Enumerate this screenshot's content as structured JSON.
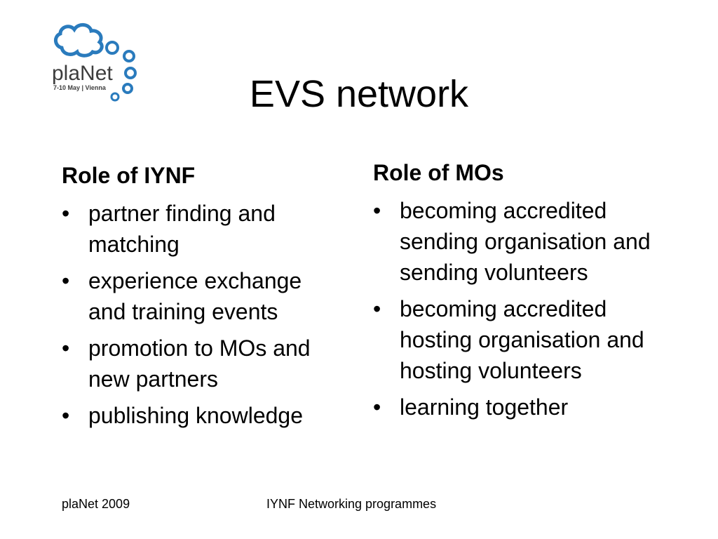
{
  "slide": {
    "title": "EVS network"
  },
  "logo": {
    "name": "plaNet",
    "subtitle": "7-10 May | Vienna",
    "color": "#2a7bbd"
  },
  "left_column": {
    "heading": "Role of IYNF",
    "bullets": [
      {
        "marker": "•",
        "text": "partner finding and matching"
      },
      {
        "marker": "•",
        "text": "experience exchange and training events"
      },
      {
        "marker": "•",
        "text": "promotion to MOs and new partners"
      },
      {
        "marker": "•",
        "text": "publishing knowledge"
      }
    ]
  },
  "right_column": {
    "heading": "Role of MOs",
    "bullets": [
      {
        "marker": "•",
        "text": "becoming accredited sending organisation and sending volunteers"
      },
      {
        "marker": "•",
        "text": "becoming accredited hosting organisation and hosting volunteers"
      },
      {
        "marker": "•",
        "text": "learning together"
      }
    ]
  },
  "footer": {
    "left": "plaNet 2009",
    "center": "IYNF Networking programmes"
  }
}
